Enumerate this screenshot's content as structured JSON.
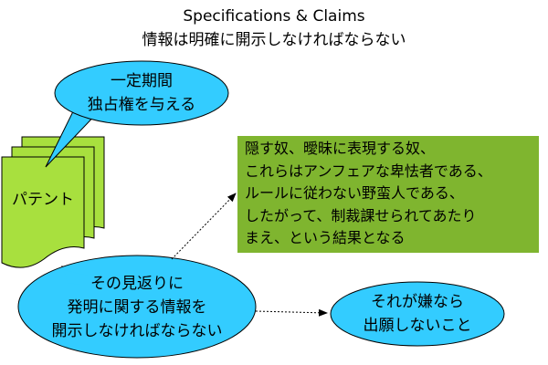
{
  "title": {
    "line1": "Specifications & Claims",
    "line2": "情報は明確に開示しなければならない"
  },
  "colors": {
    "ellipse_fill": "#33ccff",
    "doc_fill": "#a8e03e",
    "green_box_fill": "#7fb52f",
    "outline": "#000000"
  },
  "nodes": {
    "exclusive_rights": {
      "lines": [
        "一定期間",
        "独占権を与える"
      ]
    },
    "patent": {
      "label": "パテント"
    },
    "disclosure": {
      "lines": [
        "その見返りに",
        "発明に関する情報を",
        "開示しなければならない"
      ]
    },
    "consequence": {
      "lines": [
        "隠す奴、曖昧に表現する奴、",
        "これらはアンフェアな卑怯者である、",
        "ルールに従わない野蛮人である、",
        "したがって、制裁課せられてあたり",
        "まえ、という結果となる"
      ]
    },
    "alternative": {
      "lines": [
        "それが嫌なら",
        "出願しないこと"
      ]
    }
  }
}
